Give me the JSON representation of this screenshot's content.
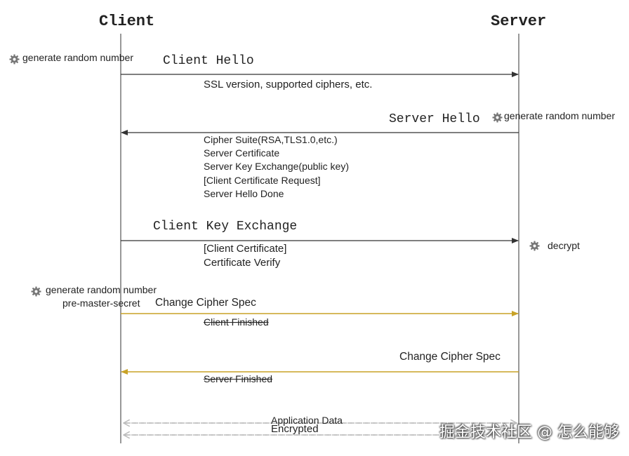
{
  "participants": {
    "client": "Client",
    "server": "Server"
  },
  "steps": {
    "client_hello": {
      "note": "generate random number",
      "title": "Client Hello",
      "detail": "SSL version, supported ciphers, etc."
    },
    "server_hello": {
      "note": "generate random number",
      "title": "Server Hello",
      "details": [
        "Cipher Suite(RSA,TLS1.0,etc.)",
        "Server Certificate",
        "Server Key Exchange(public key)",
        "[Client Certificate Request]",
        "Server Hello Done"
      ]
    },
    "client_key_exchange": {
      "title": "Client Key Exchange",
      "details": [
        "[Client Certificate]",
        "Certificate Verify"
      ],
      "server_note": "decrypt"
    },
    "client_change_cipher": {
      "note_line1": "generate random number",
      "note_line2": "pre-master-secret",
      "title": "Change Cipher Spec",
      "detail": "Client Finished"
    },
    "server_change_cipher": {
      "title": "Change Cipher Spec",
      "detail": "Server Finished"
    },
    "application_data": {
      "line1": "Application Data",
      "line2": "Encrypted"
    }
  },
  "watermark": "掘金技术社区 @ 怎么能够",
  "colors": {
    "arrow_plain": "#333333",
    "arrow_cipher": "#c8a227",
    "arrow_data": "#bbbbbb",
    "lifeline": "#555555",
    "gear": "#777777"
  }
}
